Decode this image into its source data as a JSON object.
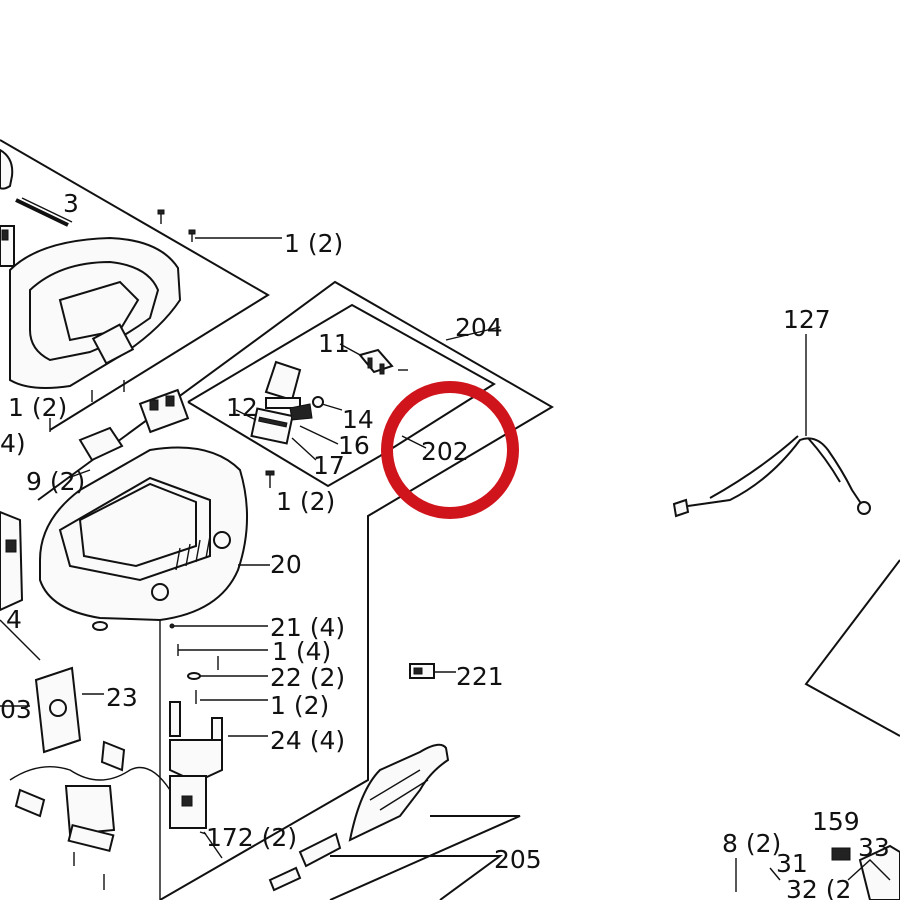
{
  "diagram": {
    "labels": {
      "l3": "3",
      "l1_2a": "1 (2)",
      "l204": "204",
      "l11": "11",
      "l127": "127",
      "l12": "12",
      "l14": "14",
      "l16": "16",
      "l202": "202",
      "l1_2b": "1 (2)",
      "l4": "4)",
      "l9_2": "9 (2)",
      "l17": "17",
      "l1_2c": "1 (2)",
      "l20": "20",
      "l4b": "4",
      "l21_4": "21 (4)",
      "l1_4": "1 (4)",
      "l22_2": "22 (2)",
      "l221": "221",
      "l03": "03",
      "l23": "23",
      "l1_2d": "1 (2)",
      "l24_4": "24 (4)",
      "l172_2": "172 (2)",
      "l205": "205",
      "l159": "159",
      "l8_2": "8 (2)",
      "l31": "31",
      "l33": "33",
      "l32": "32 (2"
    },
    "highlight_color": "#d0141c",
    "line_color": "#111111"
  }
}
